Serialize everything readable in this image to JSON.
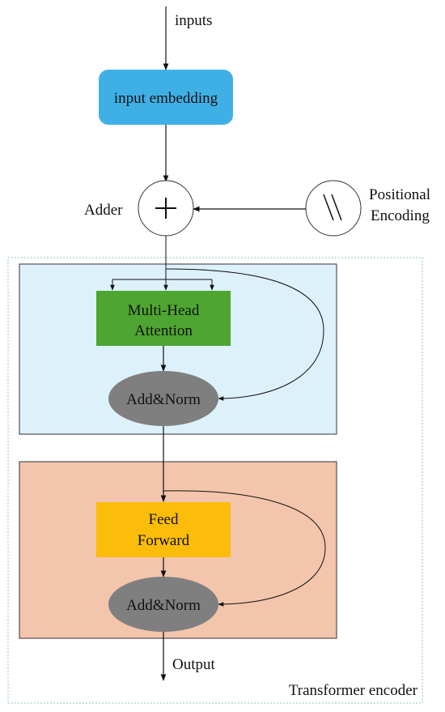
{
  "labels": {
    "inputs": "inputs",
    "input_embedding": "input embedding",
    "adder": "Adder",
    "positional_line1": "Positional",
    "positional_line2": "Encoding",
    "mha_line1": "Multi-Head",
    "mha_line2": "Attention",
    "addnorm1": "Add&Norm",
    "ff_line1": "Feed",
    "ff_line2": "Forward",
    "addnorm2": "Add&Norm",
    "output": "Output",
    "encoder": "Transformer encoder"
  },
  "colors": {
    "embedding": "#3fb0e6",
    "attention_block": "#ddf1fb",
    "ff_block": "#f3c5ac",
    "mha": "#4ea531",
    "ff": "#fbbd0a",
    "addnorm": "#7f7f7f"
  },
  "icons": {
    "adder_symbol": "plus-icon",
    "positional_symbol": "double-slash-icon"
  }
}
